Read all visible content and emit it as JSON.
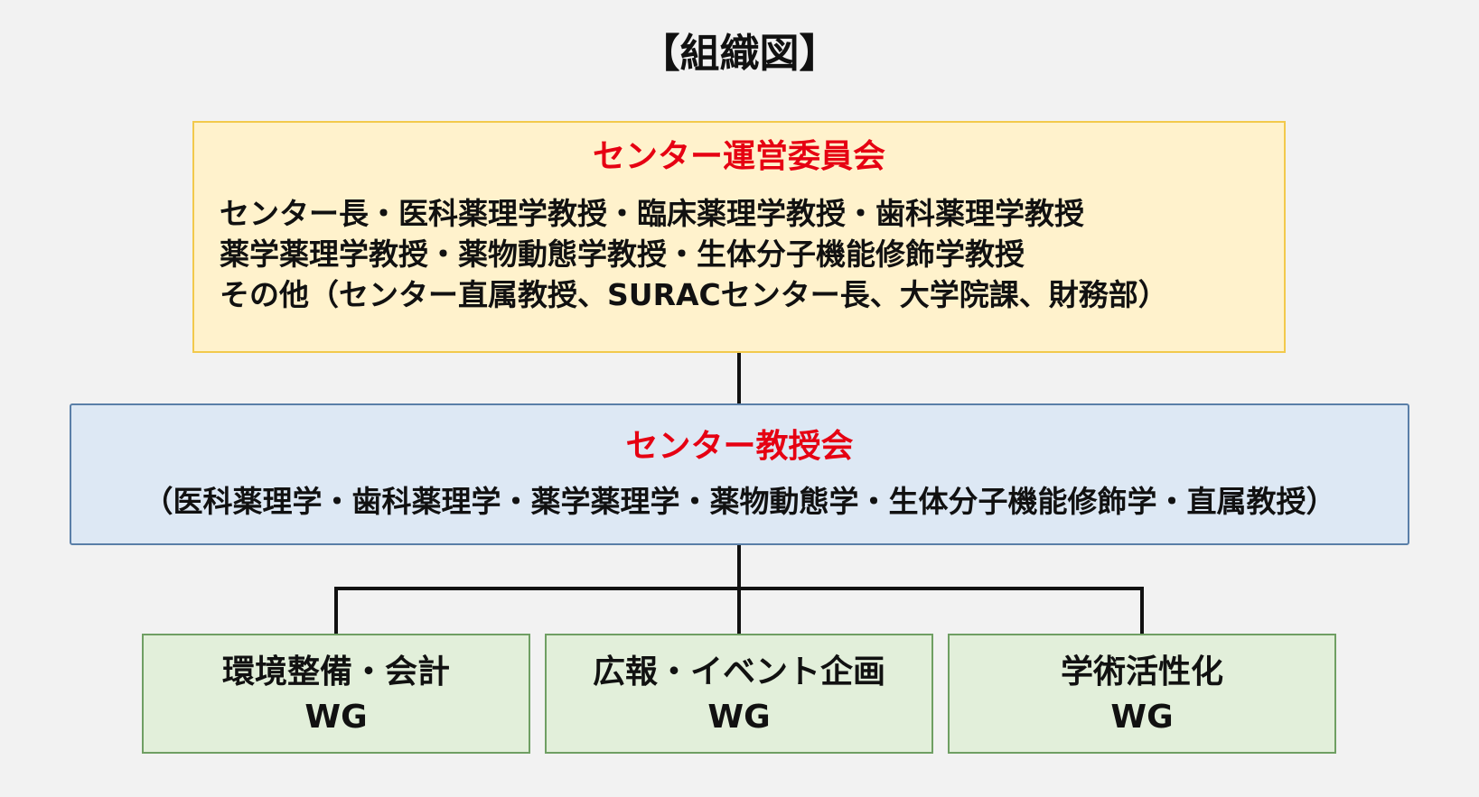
{
  "title": "【組織図】",
  "committee": {
    "title": "センター運営委員会",
    "members": [
      "センター長・医科薬理学教授・臨床薬理学教授・歯科薬理学教授",
      "薬学薬理学教授・薬物動態学教授・生体分子機能修飾学教授",
      "その他（センター直属教授、SURACセンター長、大学院課、財務部）"
    ]
  },
  "faculty": {
    "title": "センター教授会",
    "subtitle": "（医科薬理学・歯科薬理学・薬学薬理学・薬物動態学・生体分子機能修飾学・直属教授）"
  },
  "working_groups": [
    {
      "name": "環境整備・会計",
      "suffix": "WG"
    },
    {
      "name": "広報・イベント企画",
      "suffix": "WG"
    },
    {
      "name": "学術活性化",
      "suffix": "WG"
    }
  ],
  "colors": {
    "background": "#f2f2f2",
    "heading_red": "#e60012",
    "committee_fill": "#fff2cc",
    "committee_border": "#f2c94c",
    "faculty_fill": "#dde8f4",
    "faculty_border": "#5a7fa8",
    "wg_fill": "#e2efda",
    "wg_border": "#6f9f63",
    "connector": "#111111"
  }
}
